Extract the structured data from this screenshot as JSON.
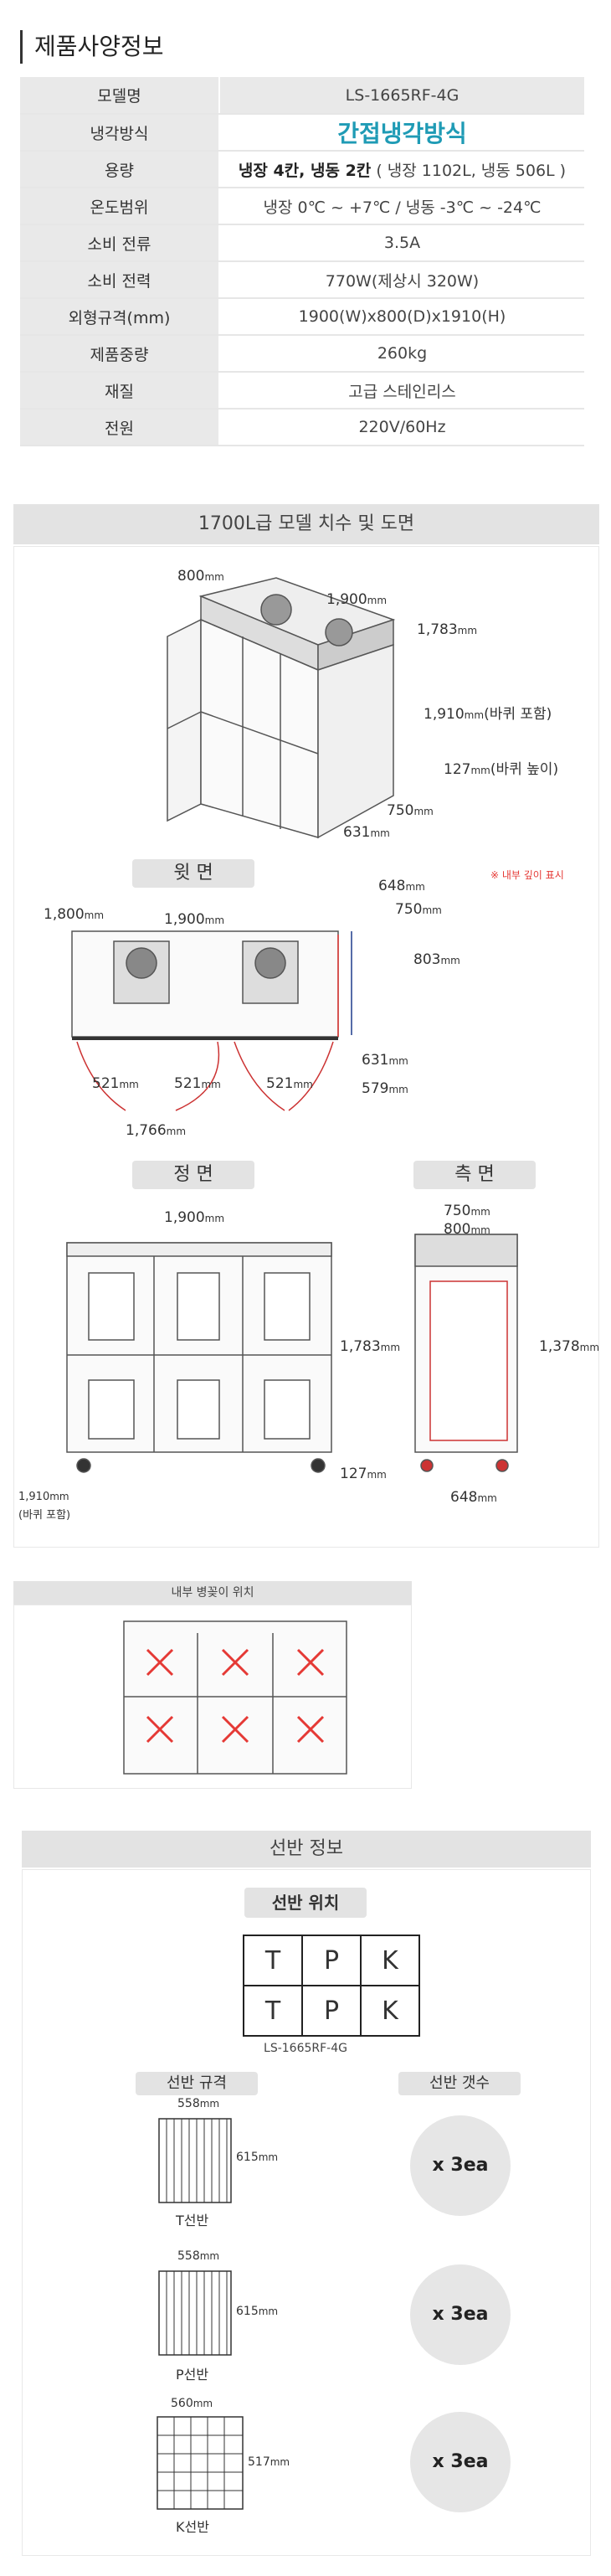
{
  "header": {
    "title": "제품사양정보"
  },
  "spec": [
    {
      "key": "모델명",
      "value": "LS-1665RF-4G"
    },
    {
      "key": "냉각방식",
      "value": "간접냉각방식"
    },
    {
      "key": "용량",
      "value_bold": "냉장 4칸, 냉동 2칸",
      "value": " ( 냉장 1102L, 냉동 506L )"
    },
    {
      "key": "온도범위",
      "value": "냉장 0℃ ~ +7℃ / 냉동 -3℃ ~ -24℃"
    },
    {
      "key": "소비 전류",
      "value": "3.5A"
    },
    {
      "key": "소비 전력",
      "value": "770W(제상시 320W)"
    },
    {
      "key": "외형규격(mm)",
      "value": "1900(W)x800(D)x1910(H)"
    },
    {
      "key": "제품중량",
      "value": "260kg"
    },
    {
      "key": "재질",
      "value": "고급 스테인리스"
    },
    {
      "key": "전원",
      "value": "220V/60Hz"
    }
  ],
  "dimensions_section": {
    "title": "1700L급 모델 치수 및 도면",
    "iso": {
      "d800": "800",
      "w1900": "1,900",
      "h1783": "1,783",
      "h1910": "1,910",
      "h1910_note": "(바퀴 포함)",
      "h127": "127",
      "h127_note": "(바퀴 높이)",
      "d750": "750",
      "d631": "631",
      "unit": "mm"
    },
    "top_view": {
      "label": "윗 면",
      "note": "※ 내부 깊이 표시",
      "w1800": "1,800",
      "w1900": "1,900",
      "d648": "648",
      "d750": "750",
      "d803": "803",
      "d631": "631",
      "d579": "579",
      "s521a": "521",
      "s521b": "521",
      "s521c": "521",
      "w1766": "1,766"
    },
    "front_view": {
      "label": "정 면",
      "w1900": "1,900",
      "h1783": "1,783",
      "h127": "127",
      "h1910": "1,910",
      "h1910_note": "(바퀴 포함)"
    },
    "side_view": {
      "label": "측 면",
      "w750": "750",
      "w800": "800",
      "h1378": "1,378",
      "w648": "648"
    }
  },
  "drain_section": {
    "title": "내부 병꽂이 위치"
  },
  "shelf_section": {
    "title": "선반 정보",
    "position_label": "선반 위치",
    "grid": [
      [
        "T",
        "P",
        "K"
      ],
      [
        "T",
        "P",
        "K"
      ]
    ],
    "model": "LS-1665RF-4G",
    "spec_label": "선반 규격",
    "count_label": "선반 갯수",
    "shelves": [
      {
        "name": "T선반",
        "w": "558",
        "h": "615",
        "count": "x 3ea"
      },
      {
        "name": "P선반",
        "w": "558",
        "h": "615",
        "count": "x 3ea"
      },
      {
        "name": "K선반",
        "w": "560",
        "h": "517",
        "count": "x 3ea"
      }
    ],
    "unit": "mm"
  },
  "colors": {
    "accent": "#1f9bb5",
    "red_dim": "#e53935",
    "blue_dim": "#1e3a8a"
  }
}
